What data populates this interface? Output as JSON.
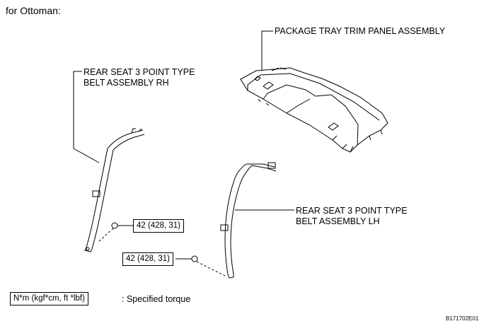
{
  "title": "for Ottoman:",
  "labels": {
    "package_tray": "PACKAGE TRAY TRIM PANEL ASSEMBLY",
    "belt_rh_line1": "REAR SEAT 3 POINT TYPE",
    "belt_rh_line2": "BELT ASSEMBLY RH",
    "belt_lh_line1": "REAR SEAT 3 POINT TYPE",
    "belt_lh_line2": "BELT ASSEMBLY LH"
  },
  "torque": {
    "rh_value": "42 (428, 31)",
    "lh_value": "42 (428, 31)"
  },
  "legend": {
    "unit": "N*m (kgf*cm, ft *lbf)",
    "description": ": Specified torque"
  },
  "figure_code": "B171702E01"
}
